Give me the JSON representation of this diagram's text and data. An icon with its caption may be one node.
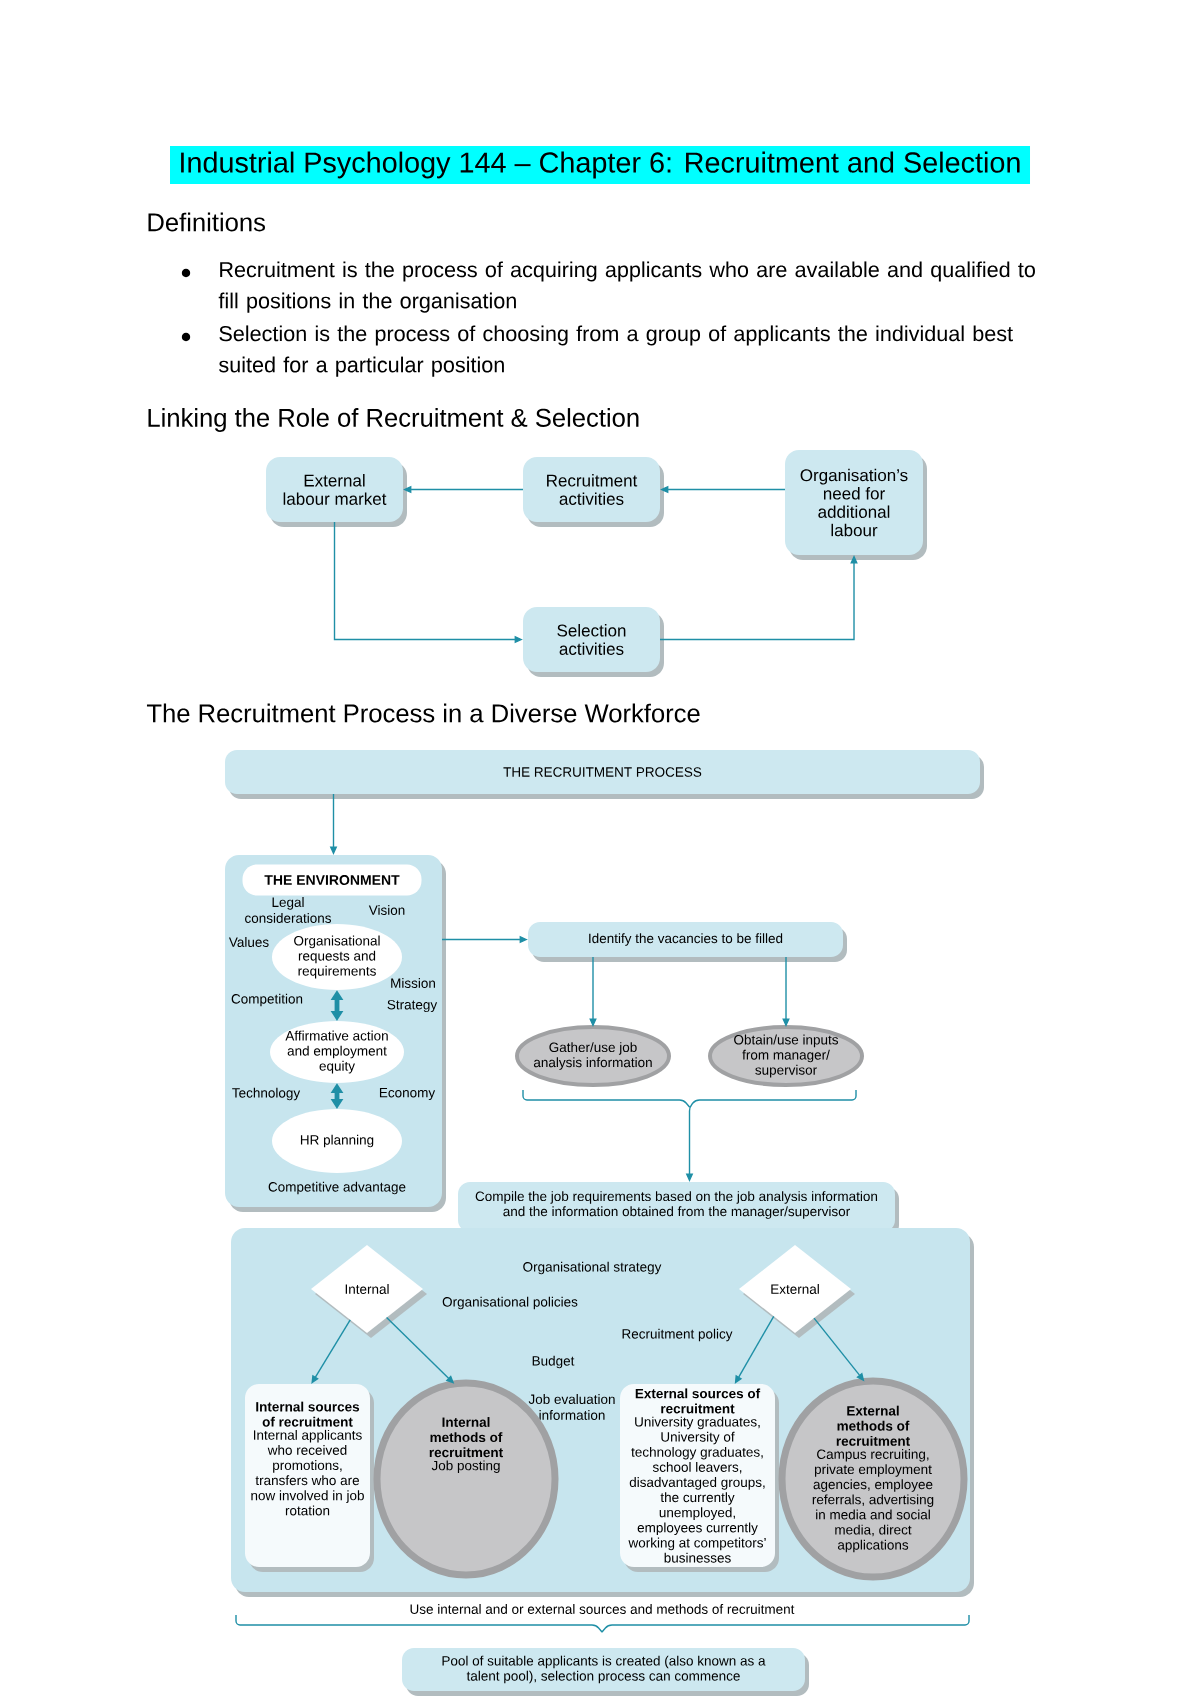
{
  "diagram": {
    "title": "Industrial Psychology 144 – Chapter 6: Recruitment and Selection",
    "nodes": [
      {
        "text": [
          "External labour market"
        ]
      },
      {
        "text": [
          "Recruitment activities"
        ]
      },
      {
        "text": [
          "Organisation’s need for additional labour"
        ]
      },
      {
        "text": [
          "Selection activities"
        ]
      },
      {
        "text": [
          "THE RECRUITMENT PROCESS"
        ]
      },
      {
        "text": [
          "Legal considerations",
          "Vision",
          "Values",
          "Mission",
          "Competition",
          "Strategy",
          "Technology",
          "Economy",
          "Competitive advantage"
        ]
      },
      {
        "text": [
          "THE ENVIRONMENT"
        ],
        "in": 5
      },
      {
        "text": [
          "Organisational requests and requirements"
        ],
        "in": 5
      },
      {
        "text": [
          "Affirmative action and employment equity"
        ],
        "in": 5
      },
      {
        "text": [
          "HR planning"
        ],
        "in": 5
      },
      {
        "text": [
          "Identify the vacancies to be filled"
        ]
      },
      {
        "text": [
          "Gather/use job analysis information"
        ]
      },
      {
        "text": [
          "Obtain/use inputs from manager/ supervisor"
        ]
      },
      {
        "text": [
          "Compile the job requirements based on the job analysis information and the information obtained from the manager/supervisor"
        ]
      },
      {
        "text": [
          "Organisational strategy",
          "Organisational policies",
          "Recruitment policy",
          "Budget",
          "Job evaluation information"
        ]
      },
      {
        "text": [
          "Internal"
        ],
        "in": 14
      },
      {
        "text": [
          "External"
        ],
        "in": 14
      },
      {
        "text": [
          "Internal sources of recruitment",
          "Internal applicants who received promotions, transfers who are now involved in job rotation"
        ],
        "in": 14
      },
      {
        "text": [
          "Internal methods of recruitment",
          "Job posting"
        ],
        "in": 14
      },
      {
        "text": [
          "External sources of recruitment",
          "University graduates, University of technology graduates, school leavers, disadvantaged groups, the currently unemployed, employees currently working at competitors’ businesses"
        ],
        "in": 14
      },
      {
        "text": [
          "External methods of recruitment",
          "Campus recruiting, private employment agencies, employee referrals, advertising in media and social media, direct applications"
        ],
        "in": 14
      },
      {
        "text": [
          "Pool of suitable applicants is created (also known as a talent pool), selection process can commence"
        ]
      }
    ],
    "edges": [
      {
        "from": 2,
        "to": 1,
        "arrow": "to"
      },
      {
        "from": 1,
        "to": 0,
        "arrow": "to"
      },
      {
        "from": 0,
        "to": 3,
        "arrow": "to"
      },
      {
        "from": 3,
        "to": 2,
        "arrow": "to"
      },
      {
        "from": 4,
        "to": 5,
        "arrow": "to"
      },
      {
        "from": 7,
        "to": 8,
        "arrow": "both",
        "style": "thick"
      },
      {
        "from": 8,
        "to": 9,
        "arrow": "both",
        "style": "thick"
      },
      {
        "from": 5,
        "to": 10,
        "arrow": "to"
      },
      {
        "from": 10,
        "to": 11,
        "arrow": "to"
      },
      {
        "from": 10,
        "to": 12,
        "arrow": "to"
      },
      {
        "from": 11,
        "to": 13,
        "arrow": "to"
      },
      {
        "from": 12,
        "to": 13,
        "arrow": "to"
      },
      {
        "from": 15,
        "to": 17,
        "arrow": "to"
      },
      {
        "from": 15,
        "to": 18,
        "arrow": "to"
      },
      {
        "from": 16,
        "to": 19,
        "arrow": "to"
      },
      {
        "from": 16,
        "to": 20,
        "arrow": "to"
      }
    ],
    "labels": [
      "Definitions",
      "Recruitment is the process of acquiring applicants who are available and qualified to fill positions in the organisation",
      "Selection is the process of choosing from a group of applicants the individual best suited for a particular position",
      "Linking the Role of Recruitment & Selection",
      "The Recruitment Process in a Diverse Workforce",
      "Use internal and or external sources and methods of recruitment"
    ]
  }
}
